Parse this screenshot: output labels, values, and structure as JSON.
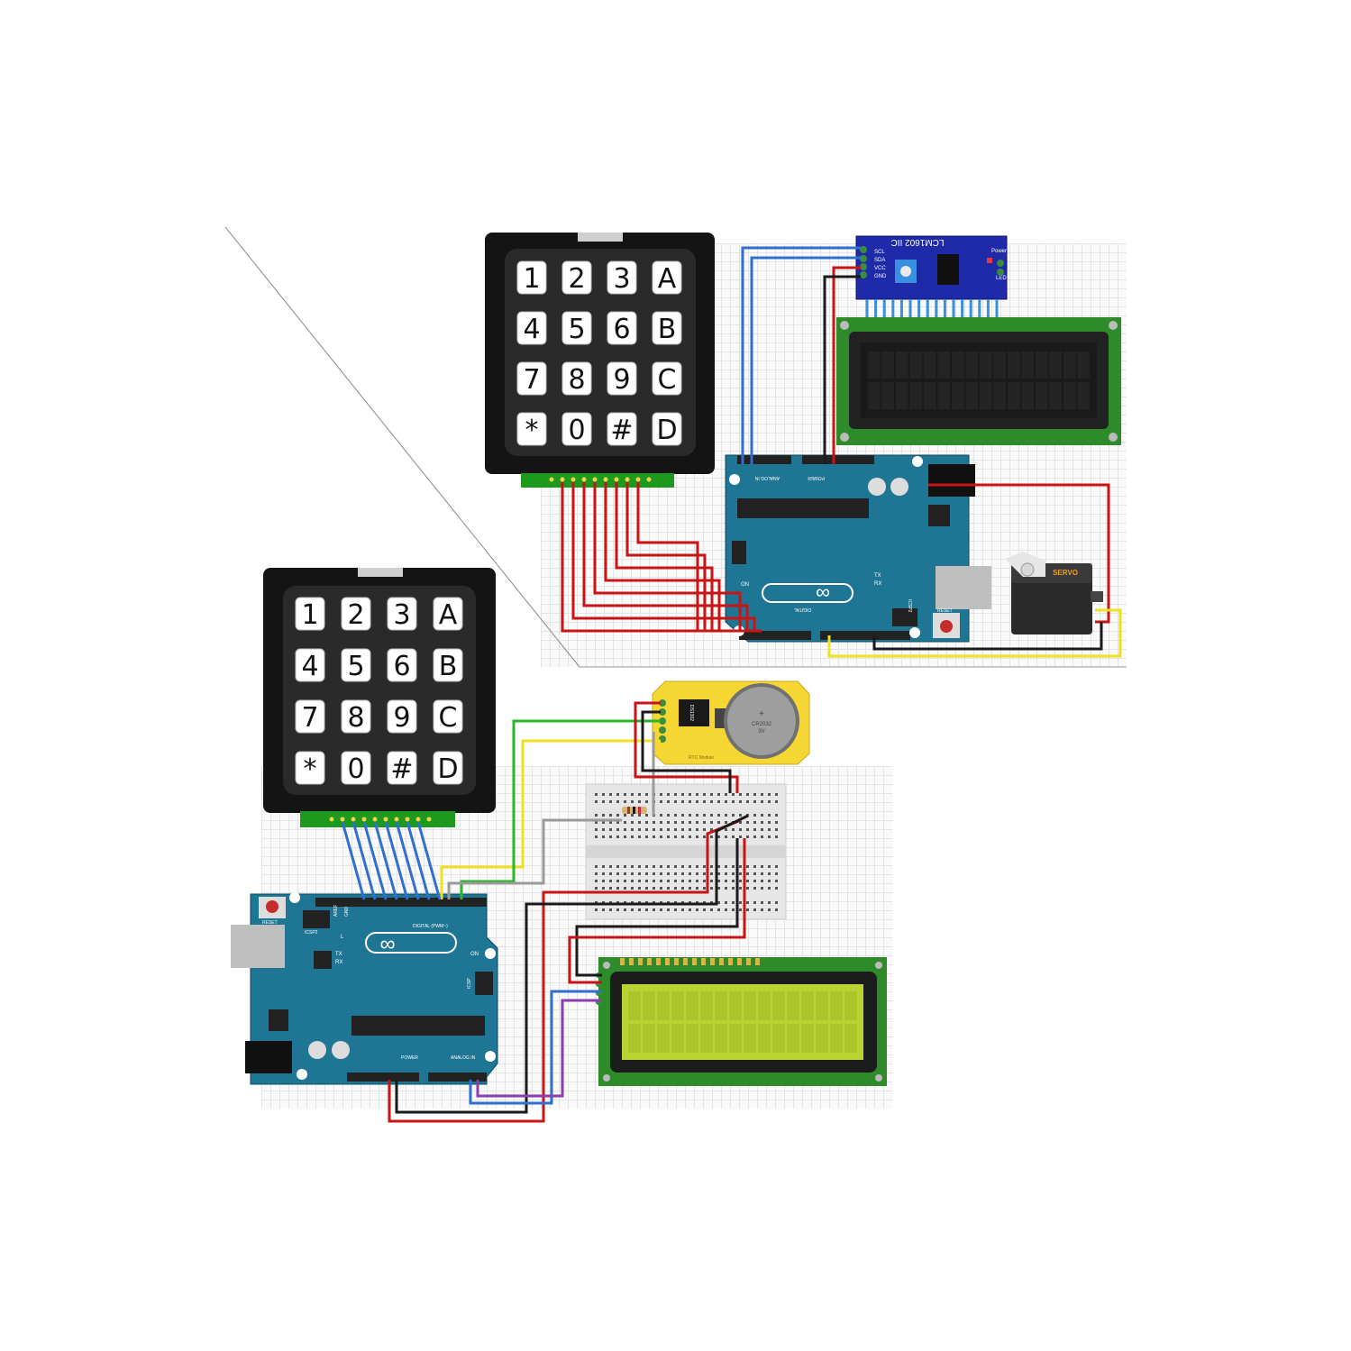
{
  "top_circuit": {
    "keypad": {
      "keys": [
        "1",
        "2",
        "3",
        "A",
        "4",
        "5",
        "6",
        "B",
        "7",
        "8",
        "9",
        "C",
        "*",
        "0",
        "#",
        "D"
      ]
    },
    "i2c_module": {
      "title": "LCM1602 IIC",
      "pins": [
        "SCL",
        "SDA",
        "VCC",
        "GND"
      ],
      "power_label": "Power",
      "led_label": "LED",
      "pin_numbers": "16"
    },
    "arduino": {
      "logo": "∞",
      "analog_label": "ANALOG IN",
      "power_label": "POWER",
      "digital_label": "DIGITAL",
      "icsp_label": "ICSP2",
      "reset_label": "RESET",
      "tx_label": "TX",
      "rx_label": "RX",
      "on_label": "ON"
    },
    "servo": {
      "label": "SERVO"
    }
  },
  "bottom_circuit": {
    "keypad": {
      "keys": [
        "1",
        "2",
        "3",
        "A",
        "4",
        "5",
        "6",
        "B",
        "7",
        "8",
        "9",
        "C",
        "*",
        "0",
        "#",
        "D"
      ]
    },
    "arduino": {
      "reset_label": "RESET",
      "icsp2_label": "ICSP2",
      "icsp_label": "ICSP",
      "digital_label": "DIGITAL (PWM~)",
      "power_label": "POWER",
      "analog_label": "ANALOG IN",
      "tx_label": "TX",
      "rx_label": "RX",
      "on_label": "ON",
      "l_label": "L",
      "aref_label": "AREF",
      "gnd_label": "GND"
    },
    "rtc": {
      "chip": "DS1302",
      "battery": "CR2032",
      "battery_voltage": "3V",
      "battery_plus": "+",
      "board_label": "RTC Module"
    }
  },
  "colors": {
    "keypad_body": "#141414",
    "keypad_face": "#2a2a2a",
    "arduino": "#1f7594",
    "lcd_pcb": "#2e8b2a",
    "lcd_green_screen": "#b9d332",
    "lcd_dark_screen": "#1c1c1c",
    "i2c_board": "#1f2aa8",
    "rtc_board": "#f6d632",
    "wire_red": "#c81414",
    "wire_blue": "#2f6fd0",
    "wire_black": "#1a1a1a",
    "wire_green": "#2ab52a",
    "wire_yellow": "#f0e020",
    "wire_gray": "#9a9a9a",
    "wire_purple": "#8a3cb0"
  }
}
